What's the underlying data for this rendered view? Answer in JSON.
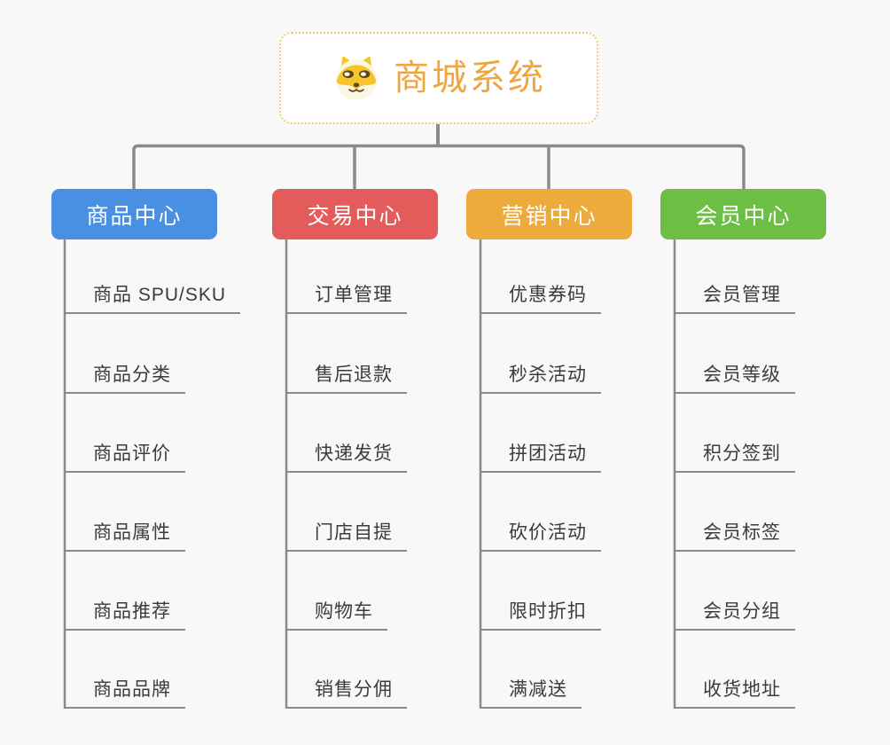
{
  "root": {
    "title": "商城系统",
    "icon": "dog-face-icon"
  },
  "branches": [
    {
      "label": "商品中心",
      "color": "#4a90e2",
      "items": [
        "商品 SPU/SKU",
        "商品分类",
        "商品评价",
        "商品属性",
        "商品推荐",
        "商品品牌"
      ]
    },
    {
      "label": "交易中心",
      "color": "#e45b5b",
      "items": [
        "订单管理",
        "售后退款",
        "快递发货",
        "门店自提",
        "购物车",
        "销售分佣"
      ]
    },
    {
      "label": "营销中心",
      "color": "#edab3e",
      "items": [
        "优惠券码",
        "秒杀活动",
        "拼团活动",
        "砍价活动",
        "限时折扣",
        "满减送"
      ]
    },
    {
      "label": "会员中心",
      "color": "#6cbe45",
      "items": [
        "会员管理",
        "会员等级",
        "积分签到",
        "会员标签",
        "会员分组",
        "收货地址"
      ]
    }
  ],
  "colors": {
    "connector": "#8a8a8a",
    "root_accent": "#f0a63c",
    "root_border": "#f5c879",
    "item_text": "#3b3b3b",
    "background": "#f8f8f8"
  }
}
